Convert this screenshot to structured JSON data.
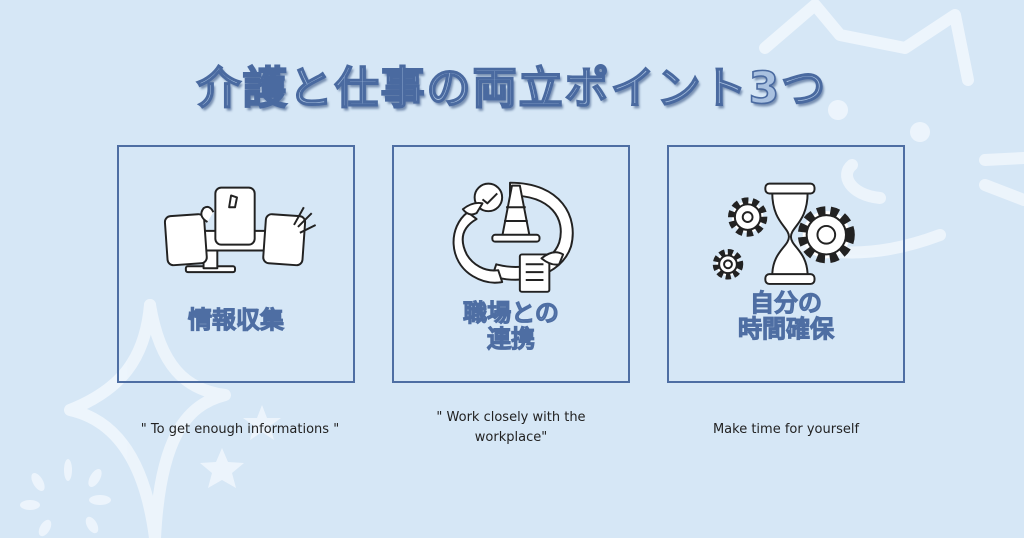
{
  "title": "介護と仕事の両立ポイント3つ",
  "colors": {
    "background": "#d6e7f6",
    "accent": "#4e6ea3",
    "label_fill": "#8fb0db",
    "decoration": "#eef5fc"
  },
  "cards": [
    {
      "label_lines": [
        "情報収集"
      ],
      "icon": "monitor-with-hands-icon",
      "caption_lines": [
        "\" To get enough informations  \""
      ]
    },
    {
      "label_lines": [
        "職場との",
        "連携"
      ],
      "icon": "cone-cycle-icon",
      "caption_lines": [
        "\" Work closely with the",
        "workplace\""
      ]
    },
    {
      "label_lines": [
        "自分の",
        "時間確保"
      ],
      "icon": "hourglass-gears-icon",
      "caption_lines": [
        "Make time for yourself"
      ]
    }
  ]
}
